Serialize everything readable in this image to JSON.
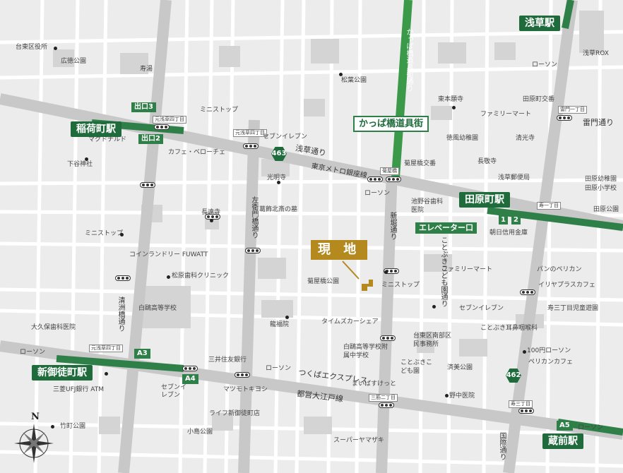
{
  "map": {
    "stations": {
      "asakusa": "浅草駅",
      "inaricho": "稲荷町駅",
      "tawaramachi": "田原町駅",
      "shin_okachimachi": "新御徒町駅",
      "kuramae": "蔵前駅"
    },
    "exits": {
      "deguchi3": "出口3",
      "deguchi2": "出口2",
      "exit1": "1",
      "exit2": "2",
      "elevator": "エレベーター口",
      "a3": "A3",
      "a4": "A4",
      "a5": "A5"
    },
    "site_label": "現 地",
    "kappabashi_street": "かっぱ橋道具街",
    "streets": {
      "asakusa_dori": "浅草通り",
      "ginza_line": "東京メトロ銀座線",
      "kaminarimon_dori": "雷門通り",
      "tsukuba_express": "つくばエクスプレス",
      "oedo_line": "都営大江戸線",
      "kappabashi_dori": "かっぱ橋道具街通り",
      "shinbori_dori": "新堀通り",
      "saemonbashi_dori": "左衛門橋通り",
      "kiyosubashi_dori": "清洲橋通り",
      "kokusai_dori": "国際通り",
      "kotobuki_kodomo": "ことぶきこども園通り"
    },
    "route_shields": {
      "r463": "463",
      "r462": "462"
    },
    "address_tags": {
      "motoasakusa4_a": "元浅草四丁目",
      "motoasakusa4_b": "元浅草四丁目",
      "motoasakusa4_c": "元浅草四丁目",
      "kikuyabashi": "菊屋橋",
      "kaminarimon1": "雷門一丁目",
      "kotobuki1": "寿一丁目",
      "misuji2": "三筋二丁目",
      "kotobuki3": "寿三丁目"
    },
    "landmarks": {
      "taito_ward_office": "台東区役所",
      "hirotoku_park": "広徳公園",
      "jukyo": "寿湯",
      "mini_stop1": "ミニストップ",
      "seven_eleven1": "セブンイレブン",
      "matsuba_park": "松葉公園",
      "higashi_honganji": "東本願寺",
      "asakusa_rox": "浅草ROX",
      "lawson1": "ローソン",
      "tawaramachi_koban": "田原町交番",
      "familymart1": "ファミリーマート",
      "mcdonalds": "マクドナルド",
      "cafe_veloce": "カフェ・ベローチェ",
      "shitaya_shrine": "下谷神社",
      "komyoji": "光明寺",
      "tokufu_kindergarten": "徳風幼稚園",
      "seikoji": "清光寺",
      "chokyuji": "長敬寺",
      "kikuya_koban": "菊屋橋交番",
      "lawson2": "ローソン",
      "ikenoya_dental": "池野谷歯科医院",
      "asakusa_post": "浅草郵便局",
      "tawara_kindergarten": "田原幼稚園",
      "tawara_elementary": "田原小学校",
      "tawara_park": "田原公園",
      "chofukuji": "長遠寺",
      "katsushika_hokusai": "葛飾北斎の墓",
      "asahi_shinkin": "朝日信用金庫",
      "mini_stop2": "ミニストップ",
      "coin_laundry": "コインランドリー FUWATT",
      "matsubara_dental": "松原歯科クリニック",
      "familymart2": "ファミリーマート",
      "pan_no_pelican": "パンのペリカン",
      "iriyaplus": "イリヤプラスカフェ",
      "kikuyabashi_park": "菊屋橋公園",
      "mini_stop3": "ミニストップ",
      "hakuo_highschool": "白鷗高等学校",
      "seven_eleven2": "セブンイレブン",
      "kotobuki3_childcare": "寿三丁目児童遊園",
      "ryufukuin": "龍福院",
      "times_car": "タイムズカーシェア",
      "kotobuki_ent": "ことぶき耳鼻咽喉科",
      "okubo_clinic": "大久保歯科医院",
      "taito_nanbu": "台東区南部区民事務所",
      "hakuo_jhs": "白鷗高等学校附属中学校",
      "lawson100": "100円ローソン",
      "pelican_cafe": "ペリカンカフェ",
      "smbc": "三井住友銀行",
      "lawson3": "ローソン",
      "kotobuki_kodomoen": "ことぶきこども園",
      "saibi_park": "済美公園",
      "mufg": "三菱UFJ銀行 ATM",
      "seven_eleven3": "セブンイレブン",
      "matsumoto_kiyoshi": "マツモトキヨシ",
      "maibasuketto": "まいばすけっと",
      "nonaka_hospital": "野中医院",
      "life_supermarket": "ライフ新御徒町店",
      "kojima_park": "小島公園",
      "takemachi_park": "竹町公園",
      "super_yamazaki": "スーパーヤマザキ",
      "lawson4": "ローソン",
      "lawson5": "ローソン"
    },
    "compass_n": "N",
    "colors": {
      "station_green": "#1f6b3c",
      "rail_green": "#3a9a4a",
      "site_gold": "#b48a1f",
      "road": "#ffffff",
      "block": "#d9d9d9",
      "major_road": "#cfcfcf"
    },
    "icons": [
      "compass-rose-icon",
      "traffic-signal-icon",
      "route-shield-icon",
      "poi-dot-icon",
      "site-marker-icon"
    ]
  }
}
